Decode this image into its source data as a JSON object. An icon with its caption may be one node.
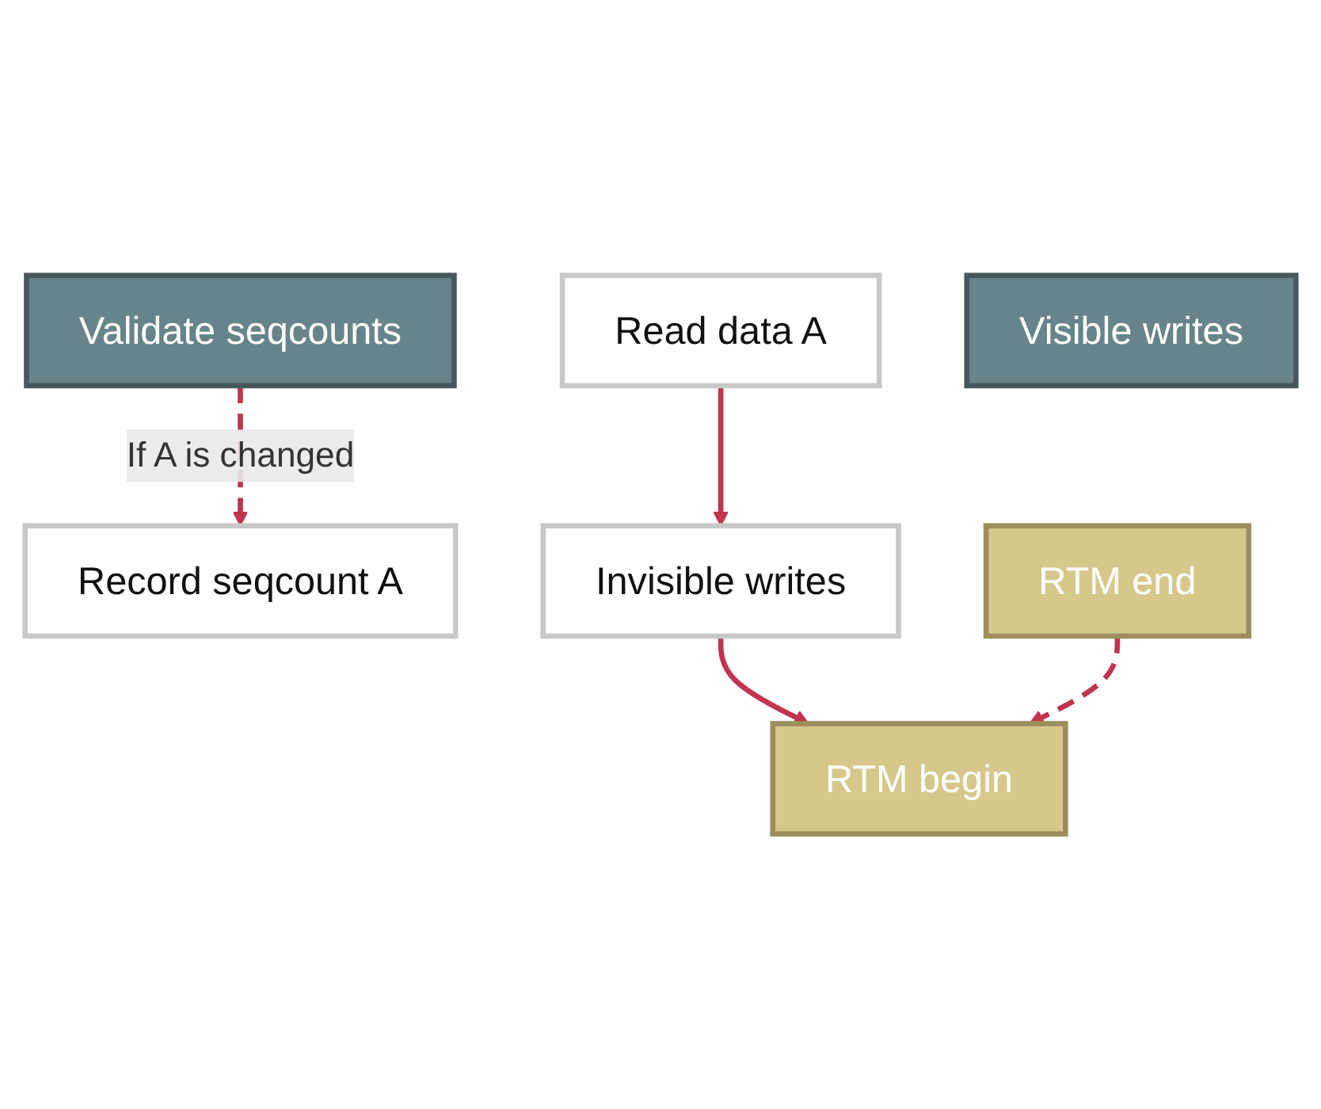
{
  "diagram": {
    "nodes": [
      {
        "text": [
          "Record seqcount A"
        ]
      },
      {
        "text": [
          "Read data A"
        ]
      },
      {
        "text": [
          "Invisible writes"
        ]
      },
      {
        "text": [
          "RTM begin"
        ]
      },
      {
        "text": [
          "Validate seqcounts"
        ]
      },
      {
        "text": [
          "Visible writes"
        ]
      },
      {
        "text": [
          "RTM end"
        ]
      }
    ],
    "edges": [
      {
        "from": 1,
        "to": 2,
        "arrow": "to"
      },
      {
        "from": 2,
        "to": 3,
        "arrow": "to"
      },
      {
        "from": 4,
        "to": 0,
        "arrow": "to",
        "style": "dashed",
        "label": "If A is changed"
      },
      {
        "from": 6,
        "to": 3,
        "arrow": "to",
        "style": "dashed"
      }
    ]
  }
}
